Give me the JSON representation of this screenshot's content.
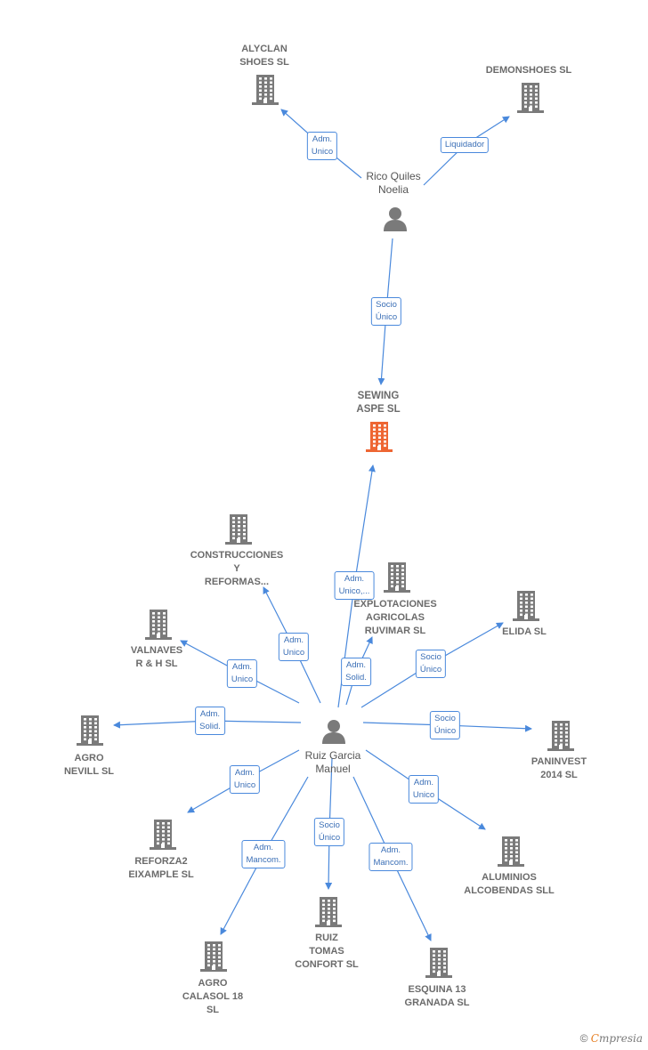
{
  "colors": {
    "company": "#7a7a7a",
    "focus": "#ee6633",
    "person": "#7a7a7a",
    "edge": "#4a89dc"
  },
  "companies": [
    {
      "id": "alyclan",
      "label": "ALYCLAN\nSHOES SL"
    },
    {
      "id": "demonshoes",
      "label": "DEMONSHOES SL"
    },
    {
      "id": "sewing",
      "label": "SEWING\nASPE  SL",
      "focus": true
    },
    {
      "id": "construcciones",
      "label": "CONSTRUCCIONES\nY\nREFORMAS..."
    },
    {
      "id": "explotaciones",
      "label": "EXPLOTACIONES\nAGRICOLAS\nRUVIMAR  SL"
    },
    {
      "id": "valnaves",
      "label": "VALNAVES\nR & H SL"
    },
    {
      "id": "elida",
      "label": "ELIDA SL"
    },
    {
      "id": "agronevill",
      "label": "AGRO\nNEVILL  SL"
    },
    {
      "id": "paninvest",
      "label": "PANINVEST\n2014  SL"
    },
    {
      "id": "reforza2",
      "label": "REFORZA2\nEIXAMPLE  SL"
    },
    {
      "id": "aluminios",
      "label": "ALUMINIOS\nALCOBENDAS SLL"
    },
    {
      "id": "ruiztomas",
      "label": "RUIZ\nTOMAS\nCONFORT  SL"
    },
    {
      "id": "agrocalasol",
      "label": "AGRO\nCALASOL 18\nSL"
    },
    {
      "id": "esquina",
      "label": "ESQUINA 13\nGRANADA  SL"
    }
  ],
  "persons": [
    {
      "id": "rico",
      "label": "Rico Quiles\nNoelia"
    },
    {
      "id": "ruiz",
      "label": "Ruiz Garcia\nManuel"
    }
  ],
  "edges": [
    {
      "from": "rico",
      "to": "alyclan",
      "label": "Adm.\nUnico"
    },
    {
      "from": "rico",
      "to": "demonshoes",
      "label": "Liquidador"
    },
    {
      "from": "rico",
      "to": "sewing",
      "label": "Socio\nÚnico"
    },
    {
      "from": "ruiz",
      "to": "sewing",
      "label": "Adm.\nUnico,..."
    },
    {
      "from": "ruiz",
      "to": "construcciones",
      "label": "Adm.\nUnico"
    },
    {
      "from": "ruiz",
      "to": "explotaciones",
      "label": "Adm.\nSolid."
    },
    {
      "from": "ruiz",
      "to": "valnaves",
      "label": "Adm.\nUnico"
    },
    {
      "from": "ruiz",
      "to": "elida",
      "label": "Socio\nÚnico"
    },
    {
      "from": "ruiz",
      "to": "agronevill",
      "label": "Adm.\nSolid."
    },
    {
      "from": "ruiz",
      "to": "paninvest",
      "label": "Socio\nÚnico"
    },
    {
      "from": "ruiz",
      "to": "reforza2",
      "label": "Adm.\nUnico"
    },
    {
      "from": "ruiz",
      "to": "aluminios",
      "label": "Adm.\nUnico"
    },
    {
      "from": "ruiz",
      "to": "ruiztomas",
      "label": "Socio\nÚnico"
    },
    {
      "from": "ruiz",
      "to": "agrocalasol",
      "label": "Adm.\nMancom."
    },
    {
      "from": "ruiz",
      "to": "esquina",
      "label": "Adm.\nMancom."
    }
  ],
  "footer": {
    "copyright_symbol": "©",
    "brand_first": "C",
    "brand_rest": "mpresia"
  }
}
